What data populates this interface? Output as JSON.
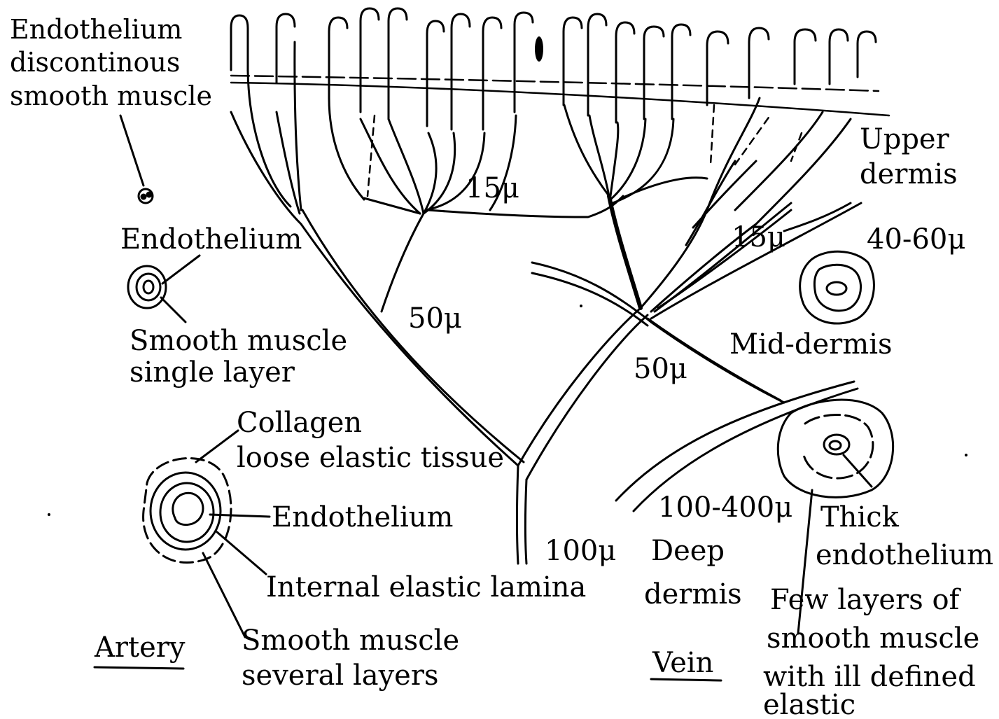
{
  "labels": {
    "capillary_note_line1": "Endothelium",
    "capillary_note_line2": "discontinous",
    "capillary_note_line3": "smooth muscle",
    "arteriole_endothelium": "Endothelium",
    "arteriole_muscle_line1": "Smooth muscle",
    "arteriole_muscle_line2": "single layer",
    "collagen_line1": "Collagen",
    "collagen_line2": "loose elastic tissue",
    "artery_endothelium": "Endothelium",
    "internal_elastic_lamina": "Internal elastic lamina",
    "artery_muscle_line1": "Smooth muscle",
    "artery_muscle_line2": "several layers",
    "artery_title": "Artery",
    "vein_title": "Vein",
    "upper_dermis_line1": "Upper",
    "upper_dermis_line2": "dermis",
    "mid_dermis": "Mid-dermis",
    "deep_dermis_line1": "Deep",
    "deep_dermis_line2": "dermis",
    "thick_endothelium_line1": "Thick",
    "thick_endothelium_line2": "endothelium",
    "vein_muscle_line1": "Few layers of",
    "vein_muscle_line2": "smooth muscle",
    "vein_muscle_line3": "with ill defined",
    "vein_muscle_line4": "elastic"
  },
  "sizes": {
    "size_15_left": "15μ",
    "size_15_right": "15μ",
    "size_40_60": "40-60μ",
    "size_50_left": "50μ",
    "size_50_right": "50μ",
    "size_100": "100μ",
    "size_100_400": "100-400μ"
  }
}
